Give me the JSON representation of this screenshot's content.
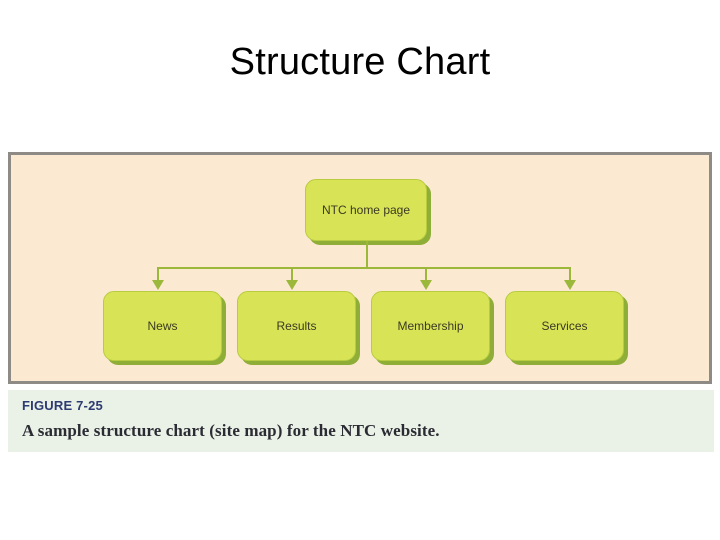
{
  "slide": {
    "title": "Structure Chart"
  },
  "figure": {
    "number": "FIGURE 7-25",
    "caption": "A sample structure chart (site map) for the NTC website.",
    "panel_background": "#fce9d2",
    "panel_border": "#8e8b86",
    "caption_background": "#eaf1e6",
    "figure_number_color": "#2d3b72"
  },
  "diagram": {
    "type": "tree",
    "node_fill": "#d9e356",
    "node_shadow": "#8fae38",
    "connector_color": "#9cb83a",
    "root": {
      "label": "NTC home page"
    },
    "children": [
      {
        "label": "News"
      },
      {
        "label": "Results"
      },
      {
        "label": "Membership"
      },
      {
        "label": "Services"
      }
    ]
  }
}
